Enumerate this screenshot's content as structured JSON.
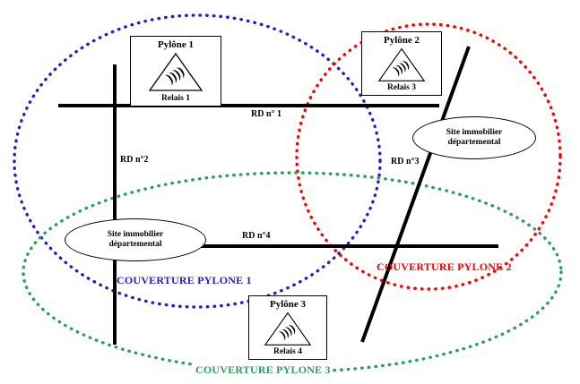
{
  "diagram": {
    "pylons": [
      {
        "title": "Pylône 1",
        "relay": "Relais 1"
      },
      {
        "title": "Pylône 2",
        "relay": "Relais 3"
      },
      {
        "title": "Pylône 3",
        "relay": "Relais 4"
      }
    ],
    "relay_waves": "))))",
    "roads": [
      {
        "label": "RD n° 1"
      },
      {
        "label": "RD n°2"
      },
      {
        "label": "RD n°3"
      },
      {
        "label": "RD n°4"
      }
    ],
    "sites": [
      {
        "label": "Site immobilier départemental"
      },
      {
        "label": "Site immobilier départemental"
      }
    ],
    "coverages": [
      {
        "label": "COUVERTURE PYLONE 1",
        "color": "#2020cc"
      },
      {
        "label": "COUVERTURE PYLONE 2",
        "color": "#ff0000"
      },
      {
        "label": "COUVERTURE PYLONE 3",
        "color": "#2e9e5b"
      }
    ]
  }
}
